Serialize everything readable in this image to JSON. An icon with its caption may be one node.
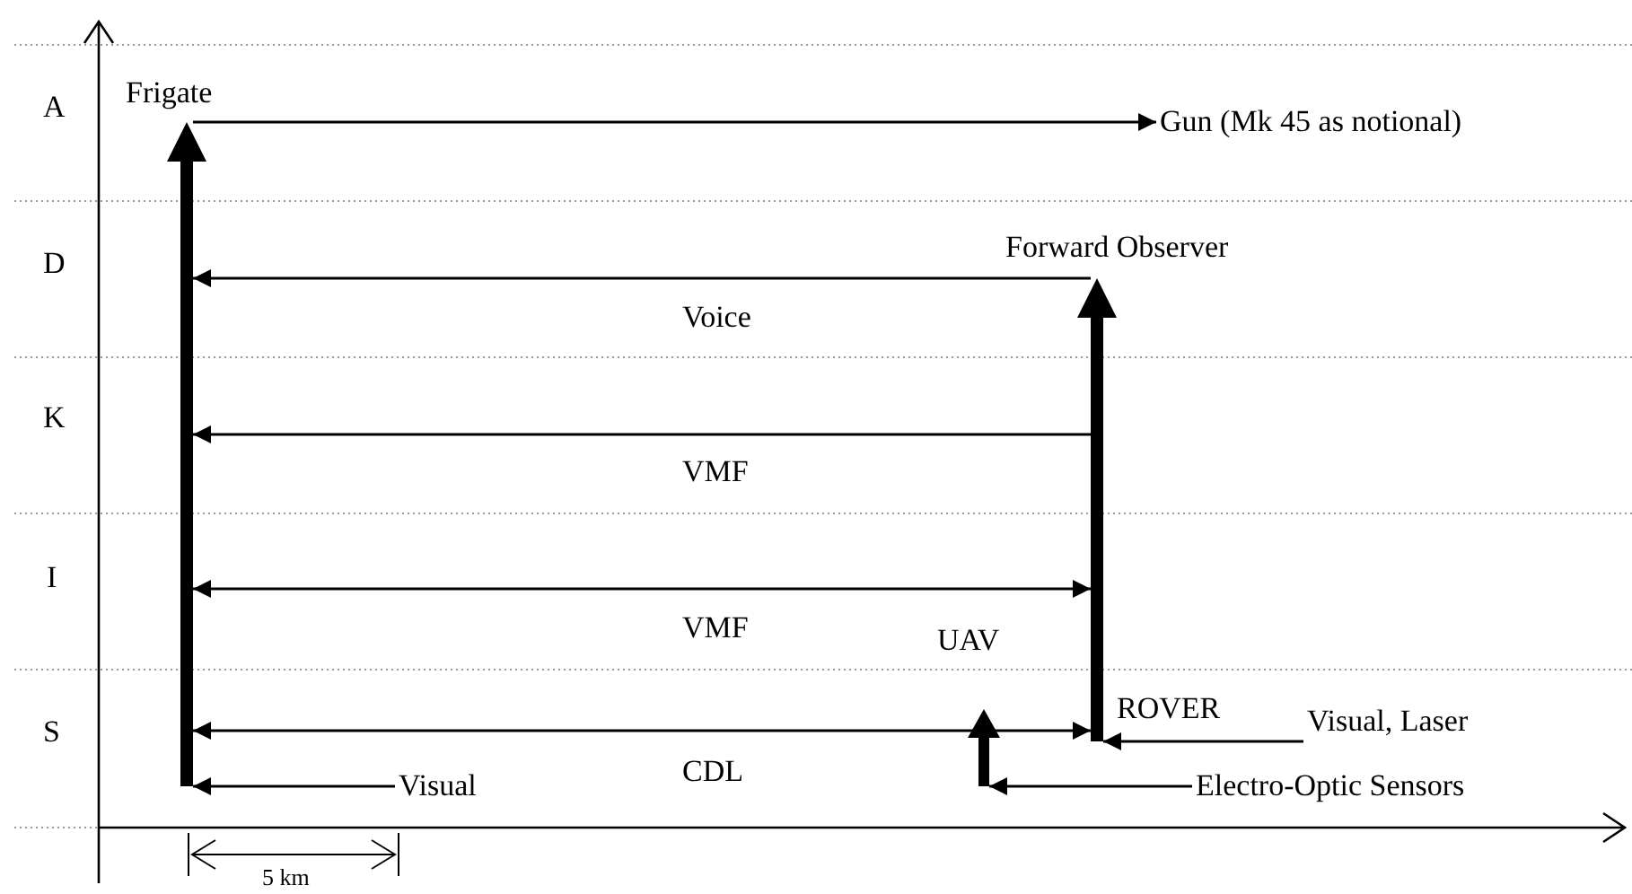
{
  "diagram": {
    "nodes": [
      {
        "text": [
          "Frigate"
        ]
      },
      {
        "text": [
          "Gun (Mk 45 as notional)"
        ]
      },
      {
        "text": [
          "Forward Observer",
          "ROVER"
        ]
      },
      {
        "text": [
          "UAV"
        ]
      },
      {
        "text": [
          "Visual, Laser"
        ]
      },
      {
        "text": [
          "Visual"
        ]
      },
      {
        "text": [
          "Electro-Optic Sensors"
        ]
      }
    ],
    "edges": [
      {
        "from": 0,
        "to": 1,
        "arrow": "to"
      },
      {
        "from": 2,
        "to": 0,
        "arrow": "to",
        "label": "Voice"
      },
      {
        "from": 2,
        "to": 0,
        "arrow": "to",
        "label": "VMF"
      },
      {
        "from": 0,
        "to": 2,
        "arrow": "both",
        "label": "VMF"
      },
      {
        "from": 3,
        "to": 0,
        "arrow": "to",
        "label": "CDL"
      },
      {
        "from": 3,
        "to": 2,
        "arrow": "to"
      },
      {
        "from": 4,
        "to": 2,
        "arrow": "to"
      },
      {
        "from": 5,
        "to": 0,
        "arrow": "to"
      },
      {
        "from": 6,
        "to": 3,
        "arrow": "to"
      }
    ],
    "labels": [
      "A",
      "D",
      "K",
      "I",
      "S",
      "5 km"
    ]
  }
}
